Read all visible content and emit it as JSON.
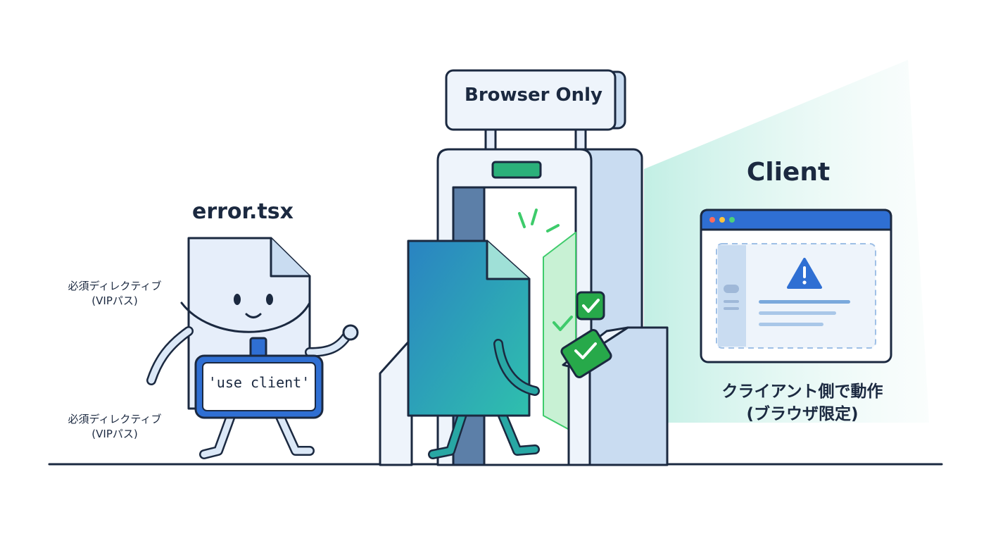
{
  "file": {
    "name": "error.tsx",
    "badge_text": "'use client'"
  },
  "side_notes": {
    "top": [
      "必須ディレクティブ",
      "(VIPパス)"
    ],
    "bottom": [
      "必須ディレクティブ",
      "(VIPパス)"
    ]
  },
  "gate": {
    "sign": "Browser Only"
  },
  "client": {
    "title": "Client",
    "description": [
      "クライアント側で動作",
      "(ブラウザ限定)"
    ]
  },
  "colors": {
    "outline": "#1b2940",
    "primary_blue": "#2f6fd3",
    "teal": "#23a6a4",
    "green_check": "#27a94a",
    "light_blue": "#c9dcf1",
    "pale": "#eef4fb"
  },
  "icons": [
    "document-character-icon",
    "badge-icon",
    "security-gate-icon",
    "check-icon",
    "browser-window-icon",
    "warning-icon"
  ]
}
